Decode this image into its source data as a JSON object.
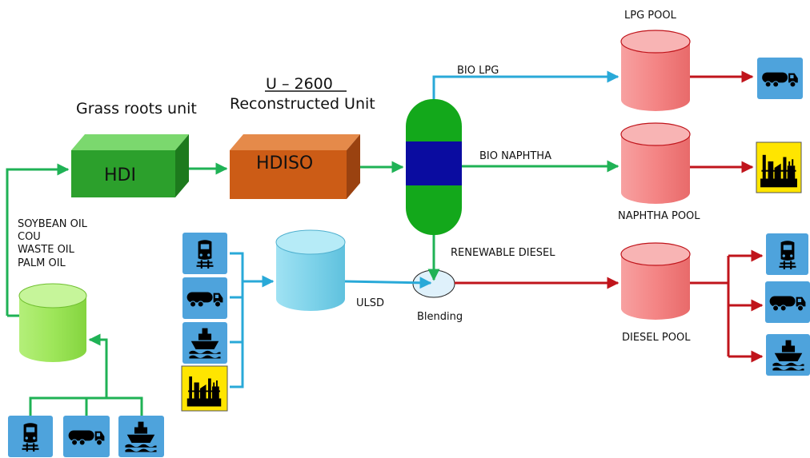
{
  "header": {
    "grass_roots": "Grass roots unit",
    "unit_code": "U – 2600",
    "reconstructed": "Reconstructed Unit"
  },
  "units": {
    "hdi": "HDI",
    "hdiso": "HDISO"
  },
  "feeds": [
    "SOYBEAN OIL",
    "COU",
    "WASTE OIL",
    "PALM OIL"
  ],
  "streams": {
    "bio_lpg": "BIO LPG",
    "bio_naphtha": "BIO NAPHTHA",
    "renewable_diesel": "RENEWABLE DIESEL",
    "ulsd": "ULSD",
    "blending": "Blending"
  },
  "pools": {
    "lpg": "LPG POOL",
    "naphtha": "NAPHTHA POOL",
    "diesel": "DIESEL POOL"
  },
  "icons": [
    "train-icon",
    "truck-icon",
    "ship-icon",
    "refinery-icon"
  ],
  "colors": {
    "green_flow": "#1fb255",
    "blue_flow": "#29a9d8",
    "red_flow": "#c0141b",
    "hdi_box": "#2ca02c",
    "hdiso_box": "#cc5c16",
    "pool_fill": "#f58c8c",
    "feed_tank": "#9ee65a",
    "ulsd_tank": "#7fd3ea",
    "icon_blue": "#4ea3dc",
    "icon_yellow": "#ffe500"
  }
}
